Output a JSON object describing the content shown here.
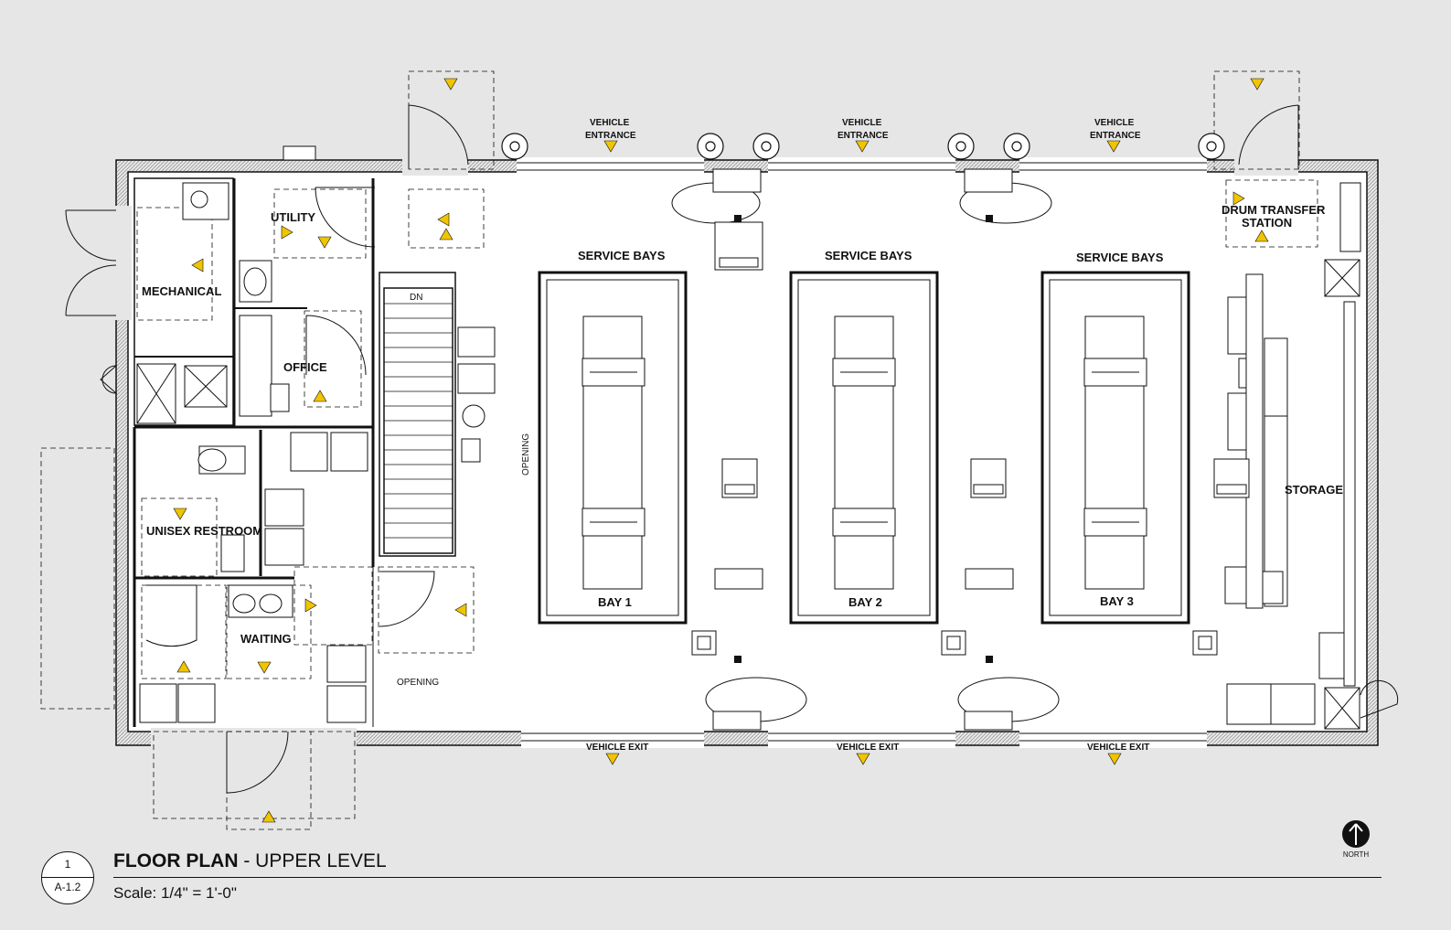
{
  "rooms": {
    "mechanical": "MECHANICAL",
    "utility": "UTILITY",
    "office": "OFFICE",
    "restroom": "UNISEX RESTROOM",
    "waiting": "WAITING",
    "drum_transfer_line1": "DRUM TRANSFER",
    "drum_transfer_line2": "STATION",
    "storage": "STORAGE"
  },
  "service_bays": [
    "SERVICE BAYS",
    "SERVICE BAYS",
    "SERVICE BAYS"
  ],
  "bays": [
    "BAY 1",
    "BAY 2",
    "BAY 3"
  ],
  "entrances": [
    {
      "line1": "VEHICLE",
      "line2": "ENTRANCE"
    },
    {
      "line1": "VEHICLE",
      "line2": "ENTRANCE"
    },
    {
      "line1": "VEHICLE",
      "line2": "ENTRANCE"
    }
  ],
  "exits": [
    "VEHICLE EXIT",
    "VEHICLE EXIT",
    "VEHICLE EXIT"
  ],
  "openings": {
    "vertical": "OPENING",
    "horizontal": "OPENING"
  },
  "stair_label": "DN",
  "title_block": {
    "drawing_number": "1",
    "sheet": "A-1.2",
    "title_bold": "FLOOR PLAN",
    "title_rest": " - UPPER LEVEL",
    "scale": "Scale:   1/4\" = 1'-0\""
  },
  "north_label": "NORTH",
  "colors": {
    "arrow": "#f0c400",
    "wall": "#111111",
    "background": "#e6e6e6",
    "floor": "#ffffff"
  }
}
